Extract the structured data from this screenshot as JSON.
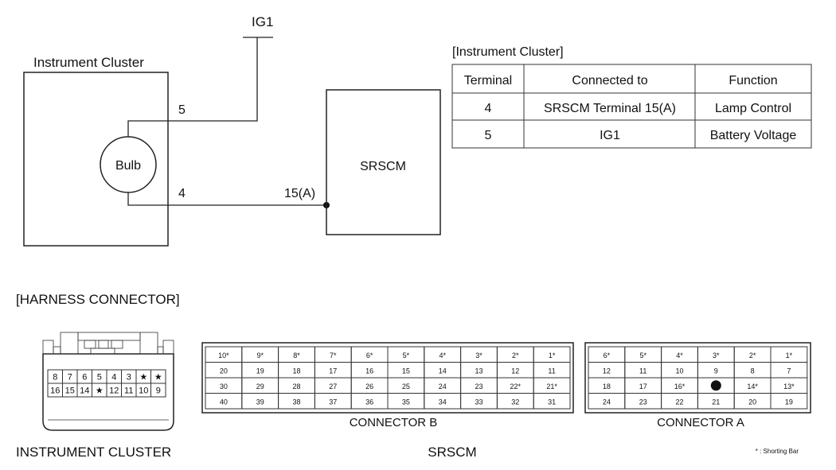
{
  "circuit": {
    "ig1_label": "IG1",
    "cluster_label": "Instrument Cluster",
    "bulb_label": "Bulb",
    "wire_5_label": "5",
    "wire_4_label": "4",
    "terminal_15a_label": "15(A)",
    "srscm_label": "SRSCM"
  },
  "table": {
    "title": "[Instrument Cluster]",
    "headers": [
      "Terminal",
      "Connected to",
      "Function"
    ],
    "rows": [
      [
        "4",
        "SRSCM Terminal 15(A)",
        "Lamp Control"
      ],
      [
        "5",
        "IG1",
        "Battery Voltage"
      ]
    ]
  },
  "harness": {
    "section_title": "[HARNESS CONNECTOR]",
    "cluster_connector": {
      "top_row": [
        "8",
        "7",
        "6",
        "5",
        "4",
        "3",
        "★",
        "★"
      ],
      "bottom_row": [
        "16",
        "15",
        "14",
        "★",
        "12",
        "11",
        "10",
        "9"
      ],
      "caption": "INSTRUMENT CLUSTER"
    },
    "connector_b": {
      "rows": [
        [
          "10*",
          "9*",
          "8*",
          "7*",
          "6*",
          "5*",
          "4*",
          "3*",
          "2*",
          "1*"
        ],
        [
          "20",
          "19",
          "18",
          "17",
          "16",
          "15",
          "14",
          "13",
          "12",
          "11"
        ],
        [
          "30",
          "29",
          "28",
          "27",
          "26",
          "25",
          "24",
          "23",
          "22*",
          "21*"
        ],
        [
          "40",
          "39",
          "38",
          "37",
          "36",
          "35",
          "34",
          "33",
          "32",
          "31"
        ]
      ],
      "caption": "CONNECTOR B"
    },
    "connector_a": {
      "rows": [
        [
          "6*",
          "5*",
          "4*",
          "3*",
          "2*",
          "1*"
        ],
        [
          "12",
          "11",
          "10",
          "9",
          "8",
          "7"
        ],
        [
          "18",
          "17",
          "16*",
          "●",
          "14*",
          "13*"
        ],
        [
          "24",
          "23",
          "22",
          "21",
          "20",
          "19"
        ]
      ],
      "caption": "CONNECTOR A"
    },
    "srscm_caption": "SRSCM",
    "legend": "* : Shorting Bar"
  }
}
